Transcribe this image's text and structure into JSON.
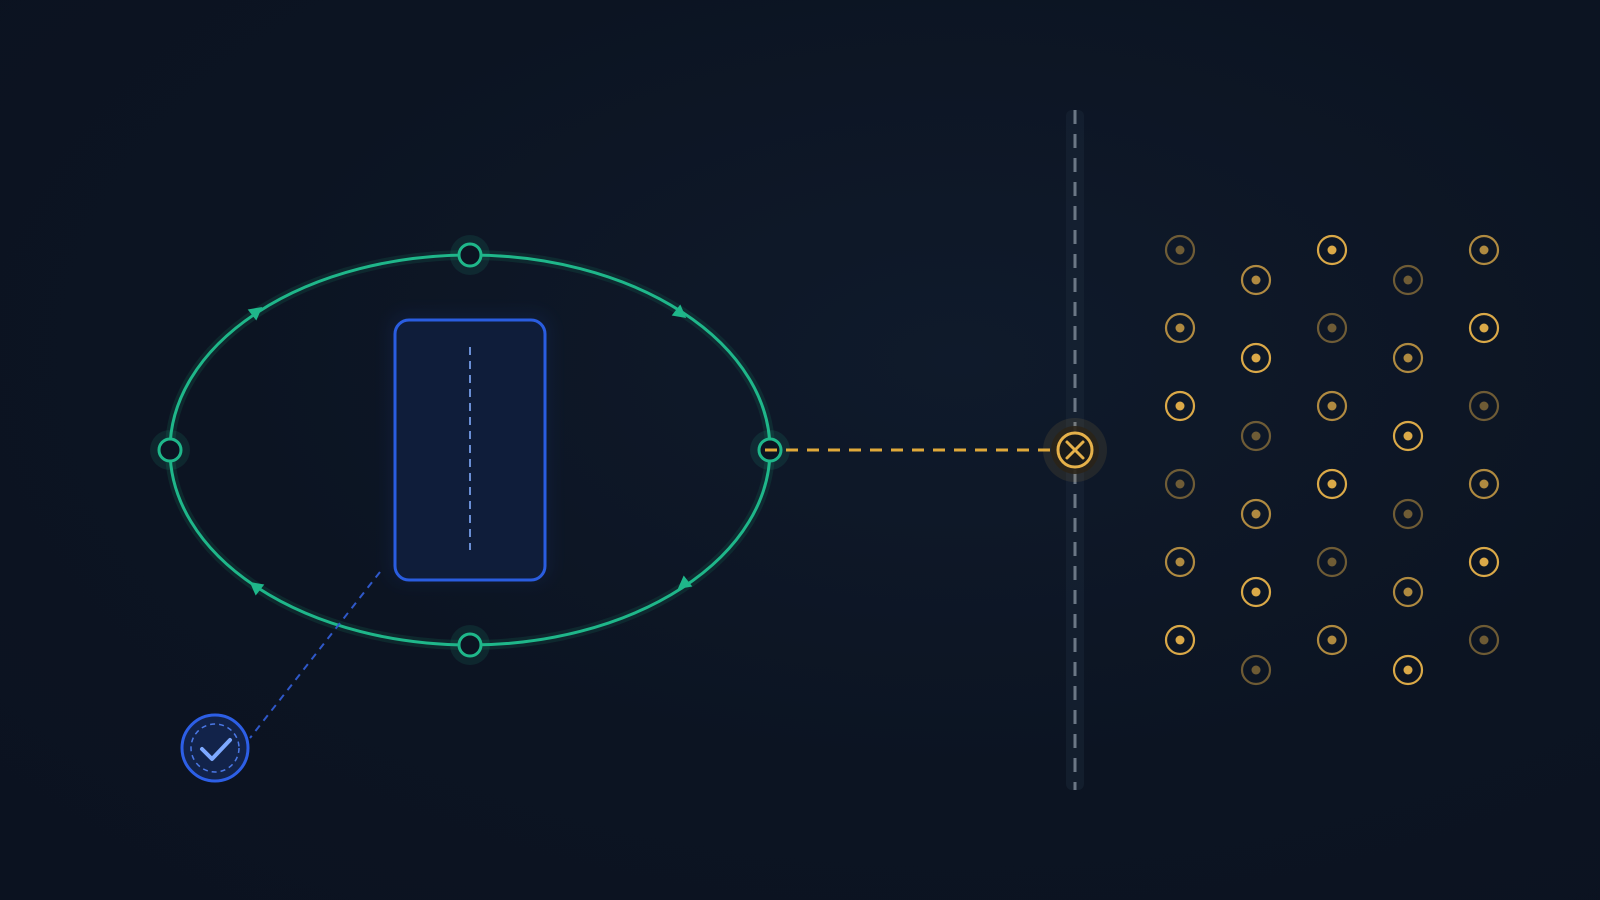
{
  "colors": {
    "background": "#0c1422",
    "orbit": "#1fb78a",
    "orbit_glow": "#15644f",
    "card_border": "#2a5de0",
    "card_fill": "#0f1d3a",
    "card_center_line": "#6a8fd6",
    "link_dashed": "#e0a93a",
    "gold_node": "#e6b14a",
    "wall": "#6b7785",
    "check_badge": "#2d5fe6",
    "check_mark": "#7ea9ff",
    "connector_blue": "#2f58c9"
  },
  "icons": {
    "blocked_node": "x-circle-icon",
    "verified_badge": "check-circle-icon",
    "grid_node": "target-dot-icon"
  },
  "orbit": {
    "direction": "clockwise",
    "node_count": 4,
    "arrow_count": 4
  },
  "grid": {
    "columns": 5,
    "rows": 6,
    "node_intensity": [
      [
        0.45,
        0.75,
        0.95,
        0.45,
        0.75
      ],
      [
        0.75,
        0.95,
        0.45,
        0.75,
        0.95
      ],
      [
        0.95,
        0.45,
        0.75,
        0.95,
        0.45
      ],
      [
        0.45,
        0.75,
        0.95,
        0.45,
        0.75
      ],
      [
        0.75,
        0.95,
        0.45,
        0.75,
        0.95
      ],
      [
        0.95,
        0.45,
        0.75,
        0.95,
        0.45
      ]
    ]
  }
}
